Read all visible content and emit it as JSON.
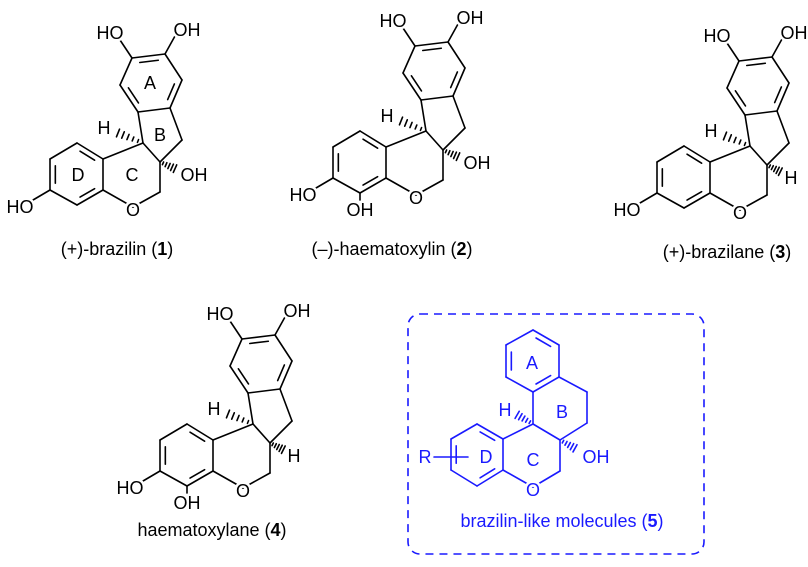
{
  "labels": {
    "hydroxyl_left": "HO",
    "hydroxyl_right": "OH",
    "hydrogen": "H",
    "oxygen": "O",
    "r_group": "R"
  },
  "ring_letters": [
    "A",
    "B",
    "C",
    "D"
  ],
  "molecules": [
    {
      "caption_prefix": "(+)-brazilin (",
      "number": "1",
      "caption_suffix": ")"
    },
    {
      "caption_prefix": "(–)-haematoxylin (",
      "number": "2",
      "caption_suffix": ")"
    },
    {
      "caption_prefix": "(+)-brazilane (",
      "number": "3",
      "caption_suffix": ")"
    },
    {
      "caption_prefix": "haematoxylane (",
      "number": "4",
      "caption_suffix": ")"
    },
    {
      "caption_prefix": "brazilin-like molecules (",
      "number": "5",
      "caption_suffix": ")"
    }
  ],
  "colors": {
    "structure": "#000000",
    "highlight": "#1a1aff"
  }
}
